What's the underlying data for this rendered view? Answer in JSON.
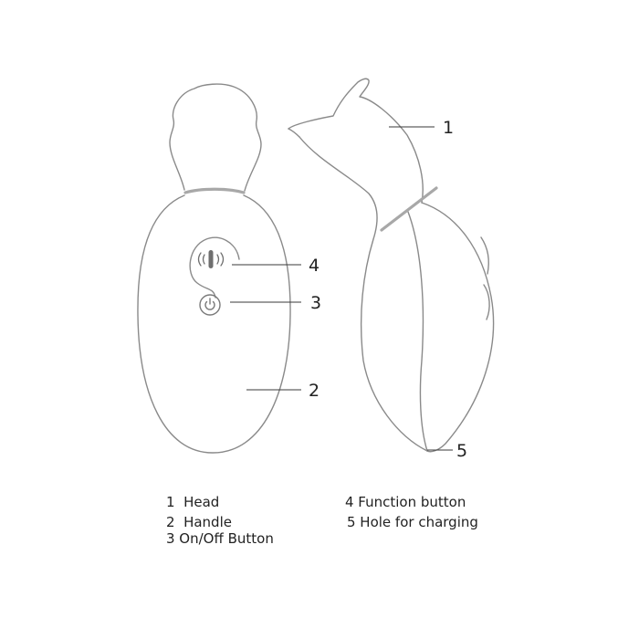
{
  "callouts": {
    "c1": "1",
    "c2": "2",
    "c3": "3",
    "c4": "4",
    "c5": "5"
  },
  "legend": {
    "left": [
      "1  Head",
      "2  Handle",
      "3 On/Off Button"
    ],
    "right": [
      "4 Function button",
      "5 Hole for charging"
    ]
  },
  "colors": {
    "outline": "#8a8a8a",
    "band": "#a8a8a8",
    "text": "#222222"
  }
}
